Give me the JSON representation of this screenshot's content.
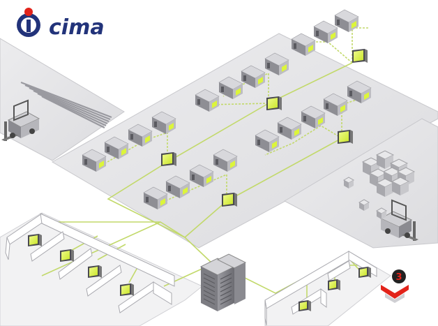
{
  "brand": {
    "logo_text": "cima",
    "colors": {
      "logo_red": "#e2231a",
      "logo_navy": "#22337a",
      "network_line": "#c2d96a",
      "terminal_screen": "#dcf53a",
      "floor": "#e4e4e6",
      "page_bg": "#ffffff",
      "badge_red": "#e2231a"
    }
  },
  "diagram": {
    "description_icons": [
      "cima-logo",
      "forklift-icon",
      "steel-bars-icon",
      "machine-station-icon",
      "terminal-monitor-icon",
      "server-rack-icon",
      "office-workstation-icon",
      "box-stack-icon",
      "three-badge-icon"
    ],
    "badge_label": "3"
  }
}
